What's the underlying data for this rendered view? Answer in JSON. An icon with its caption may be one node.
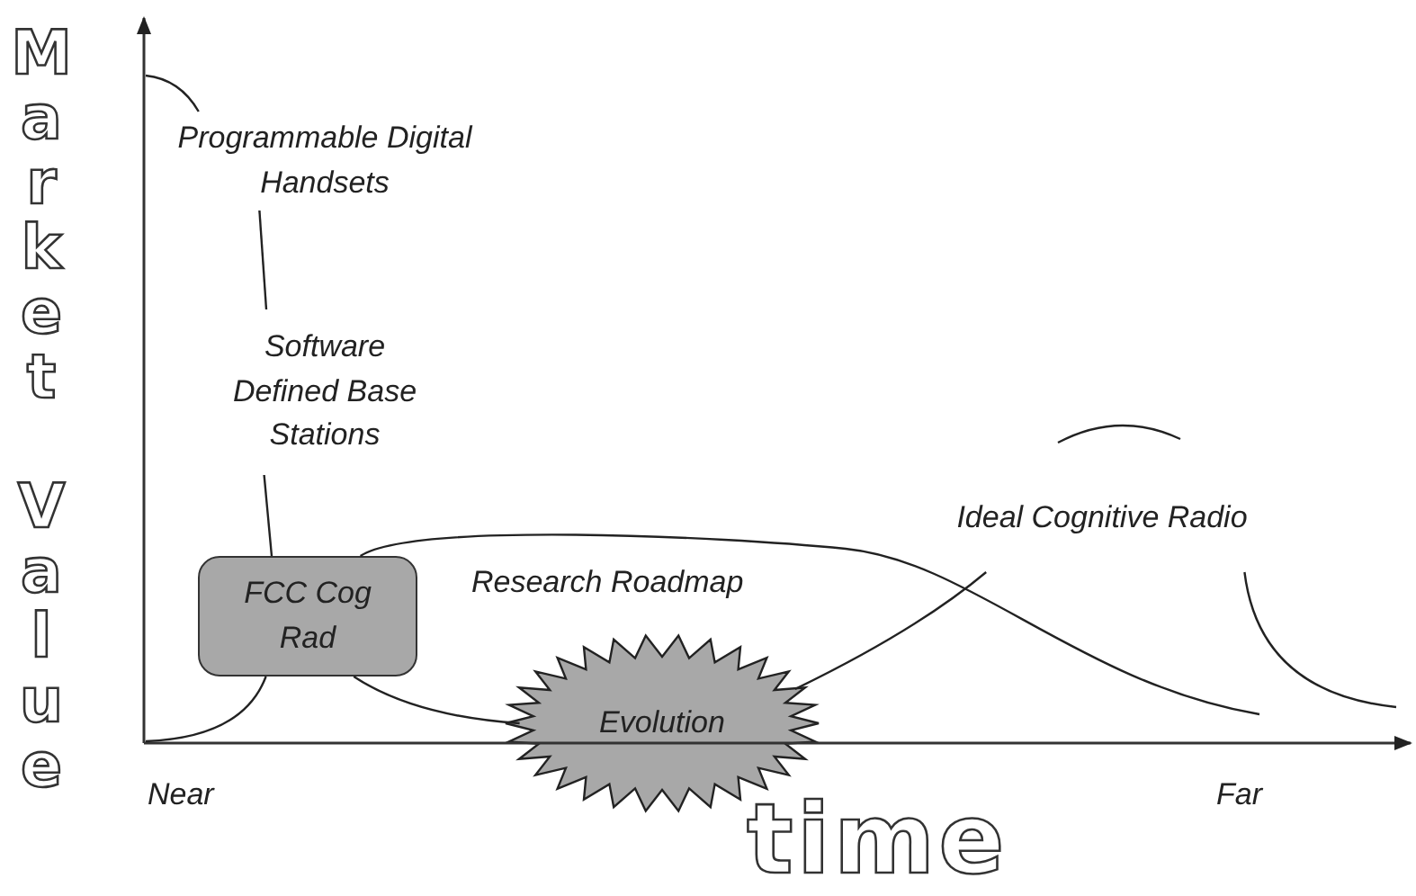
{
  "diagram": {
    "nodes": [
      {
        "text": [
          "Programmable Digital Handsets"
        ]
      },
      {
        "text": [
          "Software Defined Base Stations"
        ]
      },
      {
        "text": [
          "FCC Cog Rad"
        ]
      },
      {
        "text": [
          "Evolution"
        ]
      },
      {
        "text": [
          "Ideal Cognitive Radio"
        ]
      }
    ],
    "edges": [
      {
        "from": null,
        "to": 0,
        "arrow": "none"
      },
      {
        "from": 0,
        "to": 1,
        "arrow": "none"
      },
      {
        "from": 1,
        "to": 2,
        "arrow": "none"
      },
      {
        "from": null,
        "to": 2,
        "arrow": "none"
      },
      {
        "from": 2,
        "to": 3,
        "arrow": "none"
      },
      {
        "from": 2,
        "to": null,
        "arrow": "none"
      },
      {
        "from": 3,
        "to": 4,
        "arrow": "none"
      },
      {
        "from": 4,
        "to": null,
        "arrow": "none"
      }
    ],
    "labels": [
      "Market Value",
      "Research Roadmap",
      "Near",
      "Far",
      "time"
    ]
  }
}
